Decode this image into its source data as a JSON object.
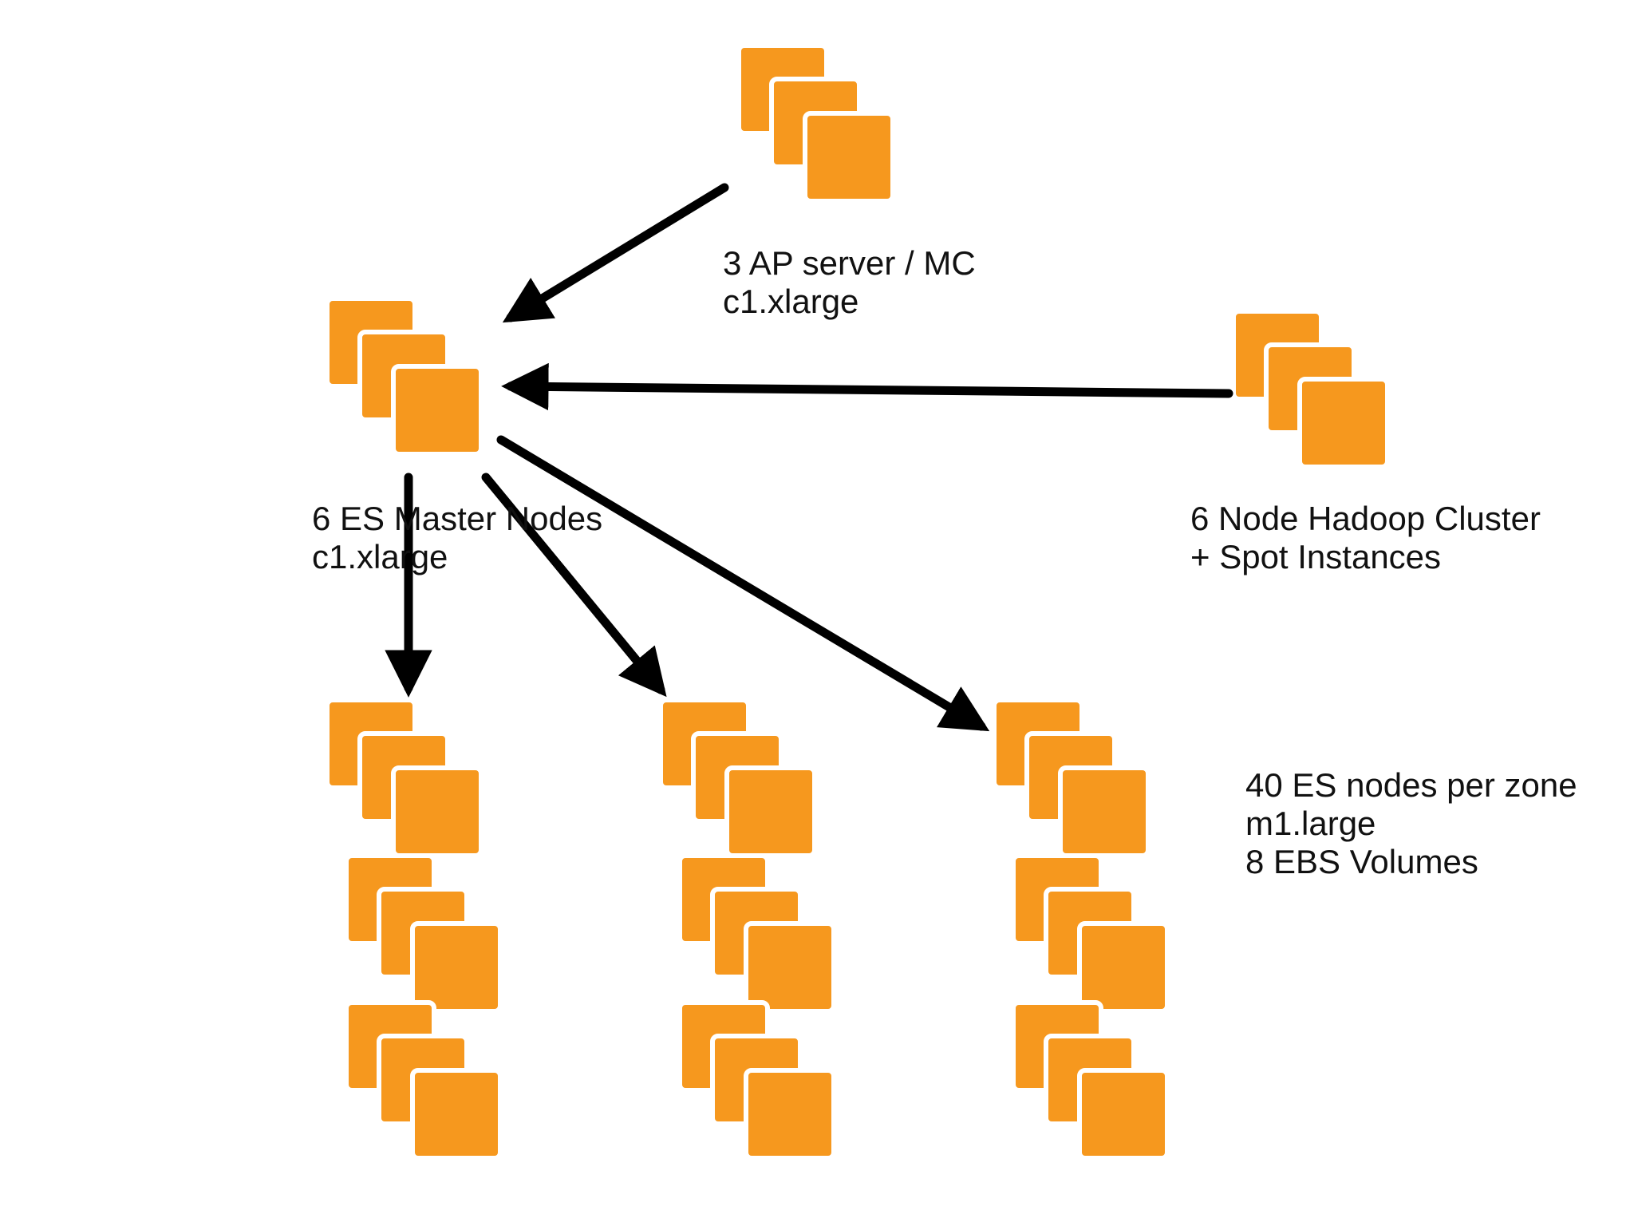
{
  "diagram": {
    "colors": {
      "instance_fill": "#F6981E",
      "instance_outline": "#ffffff",
      "arrow": "#000000",
      "background": "#ffffff",
      "text": "#111111"
    },
    "nodes": {
      "ap_server": {
        "line1": "3 AP server / MC",
        "line2": "c1.xlarge",
        "icon": "ec2-instances-icon"
      },
      "es_master": {
        "line1": "6 ES Master Nodes",
        "line2": "c1.xlarge",
        "icon": "ec2-instances-icon"
      },
      "hadoop": {
        "line1": "6 Node Hadoop Cluster",
        "line2": "+ Spot Instances",
        "icon": "ec2-instances-icon"
      },
      "es_data": {
        "line1": "40 ES nodes per zone",
        "line2": "m1.large",
        "line3": "8 EBS Volumes",
        "icon": "ec2-instances-icon",
        "zones": 3
      }
    },
    "edges": [
      {
        "from": "ap_server",
        "to": "es_master"
      },
      {
        "from": "hadoop",
        "to": "es_master"
      },
      {
        "from": "es_master",
        "to": "es_data_zone_1"
      },
      {
        "from": "es_master",
        "to": "es_data_zone_2"
      },
      {
        "from": "es_master",
        "to": "es_data_zone_3"
      }
    ]
  }
}
